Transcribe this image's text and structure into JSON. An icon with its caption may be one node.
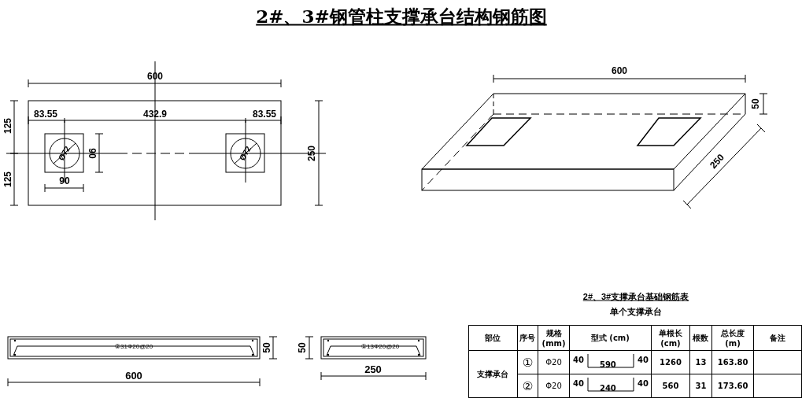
{
  "diagram": {
    "title": "2#、3#钢管柱支撑承台结构钢筋图",
    "labels": [
      "600",
      "125",
      "83.55",
      "432.9",
      "83.55",
      "Ø72",
      "90",
      "Ø72",
      "250",
      "125",
      "90",
      "600",
      "50",
      "250",
      "②31Φ20@20",
      "50",
      "600",
      "①13Φ20@20",
      "50",
      "250",
      "2#、3#支撑承台基础钢筋表",
      "单个支撑承台",
      "部位",
      "序号",
      "规格 (mm)",
      "型式 (cm)",
      "单根长 (cm)",
      "根数",
      "总长度 (m)",
      "备注",
      "支撑承台",
      "①",
      "Φ20",
      "40",
      "590",
      "40",
      "1260",
      "13",
      "163.80",
      "②",
      "Φ20",
      "40",
      "240",
      "40",
      "560",
      "31",
      "173.60"
    ]
  }
}
